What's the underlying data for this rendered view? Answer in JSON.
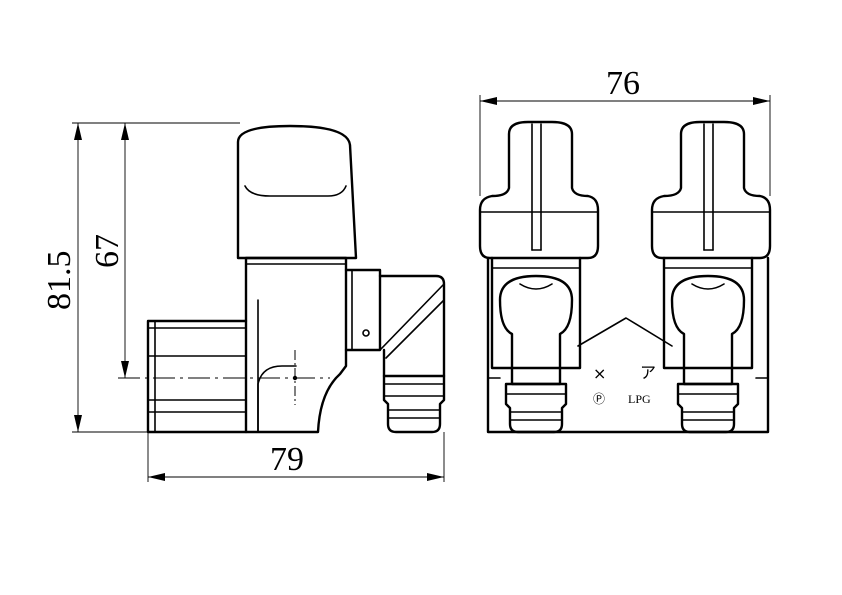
{
  "dimensions": {
    "total_height": "81.5",
    "inner_height": "67",
    "side_width": "79",
    "front_width": "76"
  },
  "markings": {
    "cross_mark": "×",
    "katakana_mark": "ア",
    "circle_p": "Ⓟ",
    "gas_type": "LPG"
  }
}
